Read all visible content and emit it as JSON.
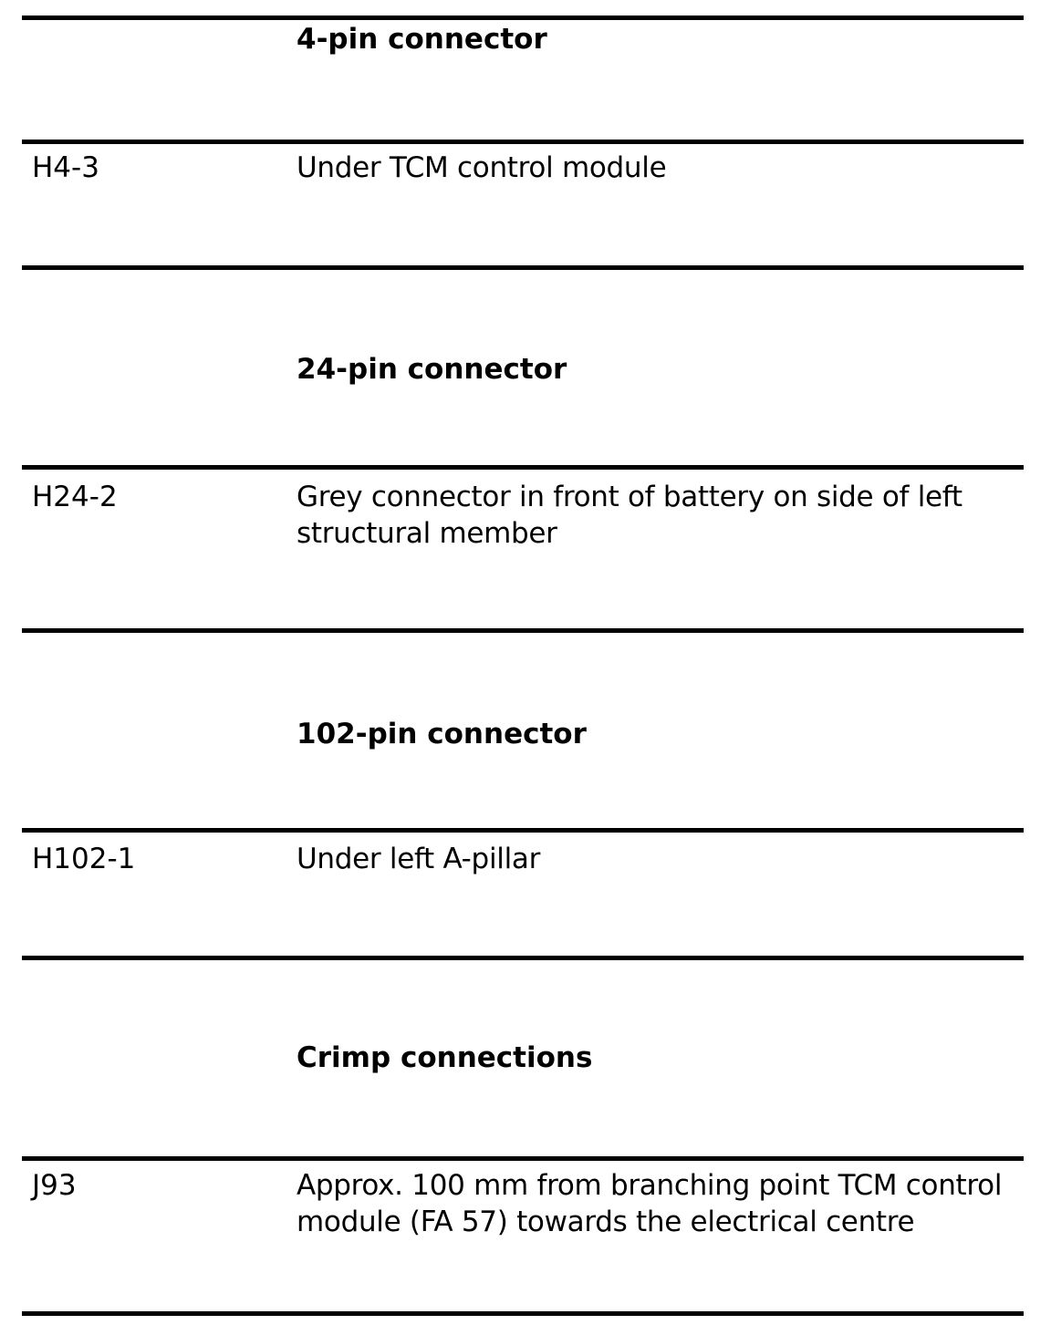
{
  "colors": {
    "background": "#ffffff",
    "text": "#000000",
    "rule": "#000000"
  },
  "table": {
    "sections": [
      {
        "header": "4-pin connector",
        "code": "H4-3",
        "description": "Under TCM control module"
      },
      {
        "header": "24-pin connector",
        "code": "H24-2",
        "description": "Grey connector in front of battery on side of left structural member"
      },
      {
        "header": "102-pin connector",
        "code": "H102-1",
        "description": "Under left A-pillar"
      },
      {
        "header": "Crimp connections",
        "code": "J93",
        "description": "Approx. 100 mm from branching point TCM control module (FA 57) towards the electrical centre"
      }
    ]
  }
}
